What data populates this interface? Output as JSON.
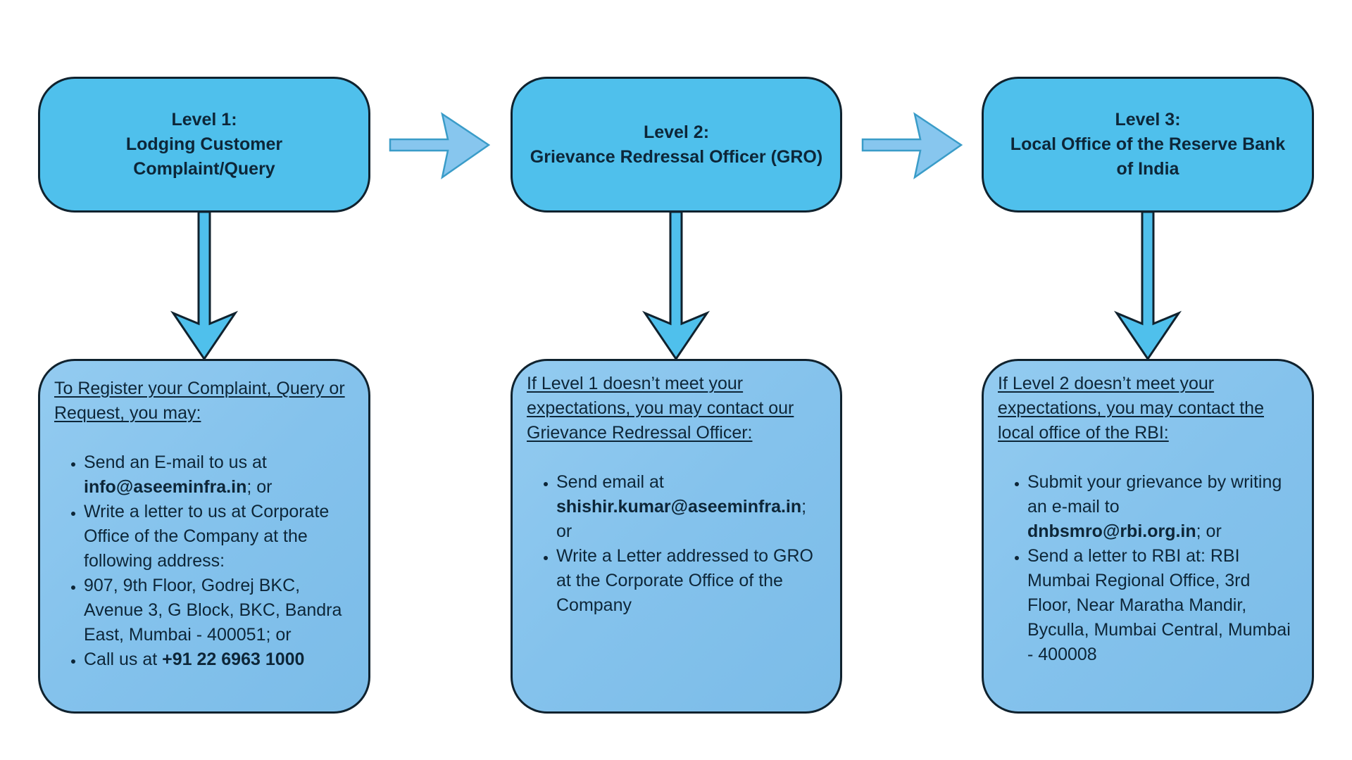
{
  "colors": {
    "top_box_fill": "#4fc0ec",
    "bottom_box_fill": "#87c4ed",
    "border": "#10222e",
    "right_arrow_fill": "#87c6ee",
    "right_arrow_stroke": "#3a9cc8",
    "down_arrow_fill": "#4fc0ec",
    "text": "#0d2638"
  },
  "levels": [
    {
      "title_line1": "Level 1:",
      "title_line2": "Lodging Customer",
      "title_line3": "Complaint/Query",
      "intro": "To Register your Complaint, Query or Request, you may:",
      "bullets": [
        {
          "pre": "Send an E-mail to us at ",
          "bold": "info@aseeminfra.in",
          "post": "; or"
        },
        {
          "pre": "Write a letter to us at Corporate Office of the Company at the following address:",
          "bold": "",
          "post": ""
        },
        {
          "pre": "907, 9th Floor, Godrej BKC, Avenue 3, G Block, BKC, Bandra East, Mumbai - 400051; or",
          "bold": "",
          "post": ""
        },
        {
          "pre": "Call us at ",
          "bold": "+91 22 6963 1000",
          "post": ""
        }
      ]
    },
    {
      "title_line1": "Level 2:",
      "title_line2": "Grievance Redressal Officer (GRO)",
      "title_line3": "",
      "intro": "If Level 1 doesn’t meet your expectations, you may contact our Grievance Redressal Officer:",
      "bullets": [
        {
          "pre": "Send email at ",
          "bold": "shishir.kumar@aseeminfra.in",
          "post": "; or"
        },
        {
          "pre": "Write a Letter addressed to GRO at the Corporate Office of the Company",
          "bold": "",
          "post": ""
        }
      ]
    },
    {
      "title_line1": "Level 3:",
      "title_line2": "Local Office of the Reserve Bank",
      "title_line3": "of India",
      "intro": "If Level 2 doesn’t meet your expectations, you may contact the local office of the RBI:",
      "bullets": [
        {
          "pre": "Submit your grievance by writing an e-mail to ",
          "bold": "dnbsmro@rbi.org.in",
          "post": "; or"
        },
        {
          "pre": "Send a letter to RBI at: RBI Mumbai Regional Office,  3rd Floor, Near Maratha Mandir, Byculla, Mumbai Central, Mumbai - 400008",
          "bold": "",
          "post": ""
        }
      ]
    }
  ]
}
